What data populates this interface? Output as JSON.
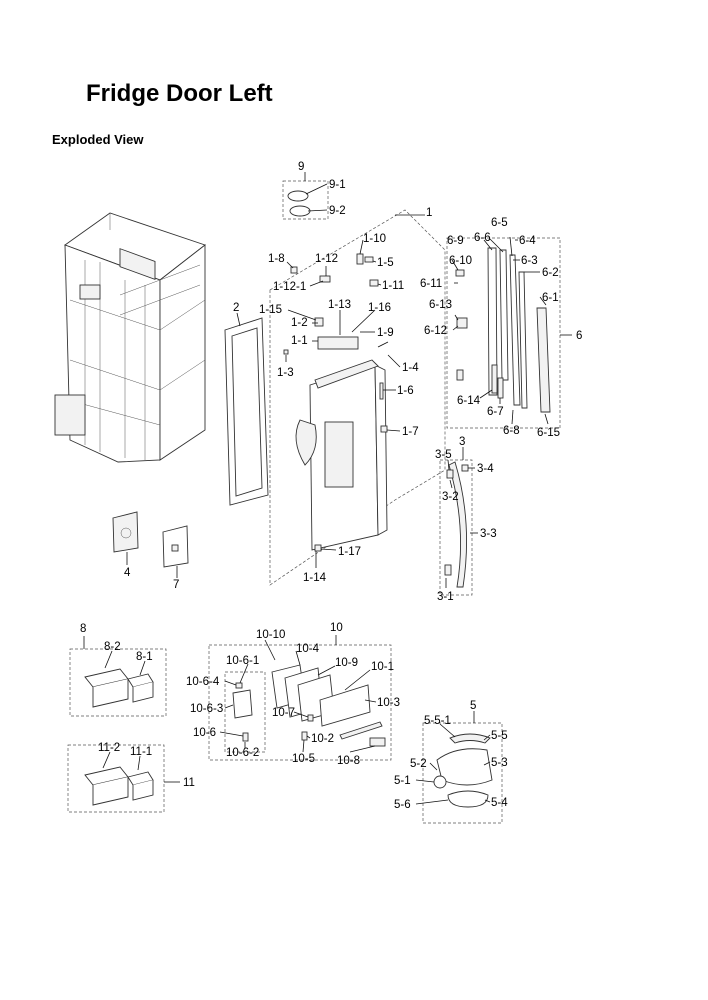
{
  "page": {
    "title": "Fridge Door Left",
    "subtitle": "Exploded View"
  },
  "labels": {
    "l9": "9",
    "l9_1": "9-1",
    "l9_2": "9-2",
    "l1": "1",
    "l1_10": "1-10",
    "l1_5": "1-5",
    "l1_8": "1-8",
    "l1_12": "1-12",
    "l1_12_1": "1-12-1",
    "l1_11": "1-11",
    "l1_15": "1-15",
    "l1_13": "1-13",
    "l1_16": "1-16",
    "l1_2": "1-2",
    "l1_9": "1-9",
    "l1_1": "1-1",
    "l1_3": "1-3",
    "l1_4": "1-4",
    "l1_6": "1-6",
    "l1_7": "1-7",
    "l1_17": "1-17",
    "l1_14": "1-14",
    "l2": "2",
    "l6": "6",
    "l6_5": "6-5",
    "l6_9": "6-9",
    "l6_6": "6-6",
    "l6_4": "6-4",
    "l6_10": "6-10",
    "l6_3": "6-3",
    "l6_2": "6-2",
    "l6_11": "6-11",
    "l6_1": "6-1",
    "l6_13": "6-13",
    "l6_12": "6-12",
    "l6_14": "6-14",
    "l6_7": "6-7",
    "l6_8": "6-8",
    "l6_15": "6-15",
    "l3": "3",
    "l3_5": "3-5",
    "l3_4": "3-4",
    "l3_2": "3-2",
    "l3_3": "3-3",
    "l3_1": "3-1",
    "l4": "4",
    "l7": "7",
    "l8": "8",
    "l8_2": "8-2",
    "l8_1": "8-1",
    "l11": "11",
    "l11_2": "11-2",
    "l11_1": "11-1",
    "l10": "10",
    "l10_10": "10-10",
    "l10_4": "10-4",
    "l10_6_1": "10-6-1",
    "l10_9": "10-9",
    "l10_1": "10-1",
    "l10_6_4": "10-6-4",
    "l10_3": "10-3",
    "l10_6_3": "10-6-3",
    "l10_7": "10-7",
    "l10_6": "10-6",
    "l10_2": "10-2",
    "l10_6_2": "10-6-2",
    "l10_5": "10-5",
    "l10_8": "10-8",
    "l5": "5",
    "l5_5_1": "5-5-1",
    "l5_5": "5-5",
    "l5_2": "5-2",
    "l5_3": "5-3",
    "l5_1": "5-1",
    "l5_6": "5-6",
    "l5_4": "5-4"
  }
}
